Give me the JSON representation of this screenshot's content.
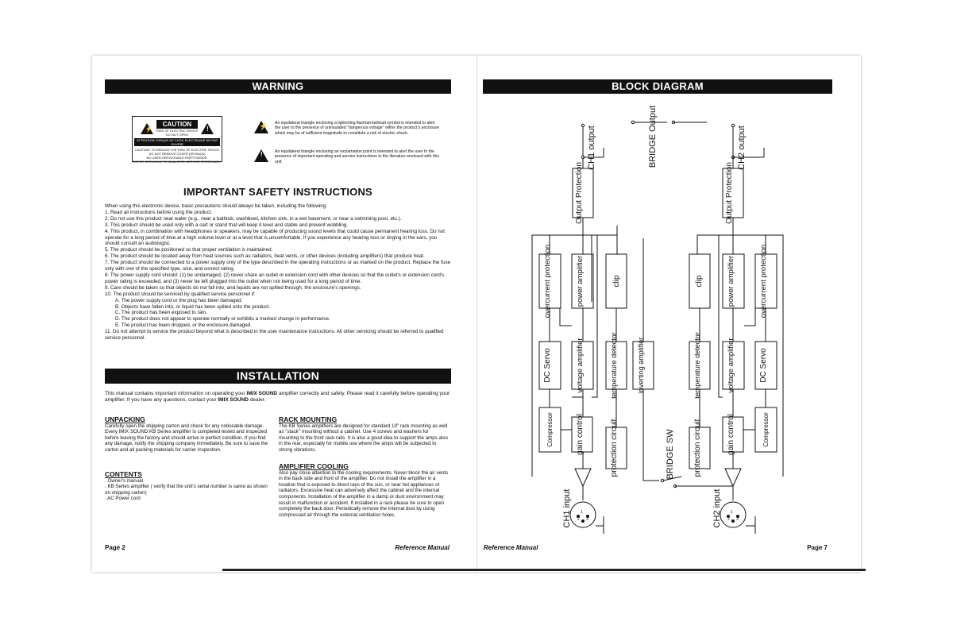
{
  "left_page": {
    "warning_title": "WARNING",
    "caution_label": {
      "caution": "CAUTION",
      "line1": "RISK OF ELECTRIC SHOCK",
      "line2": "DO NOT OPEN",
      "line3": "ATTENTION: RISQUE DE CHOC ELECTRIQUE NE PAS OUVRIR",
      "line4": "CAUTION: TO REDUCE THE RISK OF ELECTRIC SHOCK",
      "line5": "DO NOT REMOVE COVER (OR BACK)",
      "line6": "NO USER-SERVICEABLE PARTS INSIDE.",
      "line7": "REFER SERVICING TO QUALIFIED SERVICE PERSONNEL."
    },
    "symbol_lightning": "An equilateral triangle enclosing a lightening flash/arrowhead symbol is intended to alert the user to the presence of uninsulated \"dangerous voltage\" within the product's enclosure which may be of sufficient magnitude to constitute a risk of electric shock.",
    "symbol_exclaim": "An equilateral triangle enclosing an exclamation point is intended to alert the user to the presence of important operating and service instructions in the literature enclosed with this unit.",
    "safety_title": "IMPORTANT SAFETY INSTRUCTIONS",
    "safety_intro": "When using this electronic device, basic precautions should always be taken, including the following:",
    "safety_items": [
      "1. Read all instructions before using the product.",
      "2. Do not use this product near water (e.g., near a bathtub, washbowl, kitchen sink, in a wet basement, or near a swimming pool, etc.).",
      "3. This product should be used only with a cart or stand that will keep it level and stable and prevent wobbling.",
      "4. This product, in combination with headphones or speakers, may be capable of producing sound levels that could cause permanent hearing loss. Do not operate for a long period of time at a high volume level or at a level that is uncomfortable. If you experience any hearing loss or ringing in the ears, you should consult an audiologist.",
      "5. The product should be positioned so that proper ventilation is maintained.",
      "6. The product should be located away from heat sources such as radiators, heat vents, or other devices (including amplifiers) that produce heat.",
      "7. The product should be connected to a power supply only of the type described in the operating instructions or as marked on the product. Replace the fuse only with one of the specified type, size, and correct rating.",
      "8. The power supply cord should: (1) be undamaged, (2) never share an outlet or extension cord with other devices so that the outlet's or extension cord's power rating is exceeded, and (3) never be left plugged into the outlet when not being used for a long period of time.",
      "9. Care should be taken so that objects do not fall into, and liquids are not spilled through, the enclosure's openings.",
      "10. The product should be serviced by qualified service personnel if:"
    ],
    "safety_subitems": [
      "A. The power supply cord or the plug has been damaged.",
      "B. Objects have fallen into, or liquid has been spilled onto the product.",
      "C. The product has been exposed to rain.",
      "D. The product does not appear to operate normally or exhibits a marked change in performance.",
      "E. The product has been dropped, or the enclosure damaged."
    ],
    "safety_item11": "11. Do not attempt to service the product beyond what is described in the user maintenance instructions. All other servicing should be referred to qualified service personnel.",
    "installation_title": "INSTALLATION",
    "installation_intro_a": "This manual contains important information on operating your ",
    "installation_brand": "IMIX SOUND",
    "installation_intro_b": " amplifier correctly and safety. Please read it carefully before operating your amplifier. If you have any questions, contact your ",
    "installation_brand2": "IMIX SOUND",
    "installation_intro_c": " dealer.",
    "unpacking_title": "UNPACKING",
    "unpacking_text": "Carefully open the shipping carton and check for any noticeable damage. Every IMIX SOUND KB Series amplifier is completed tested and inspected before leaving the factory and should arrive in perfect condition. If you find any damage, notify the shipping company immediately. Be sure to save the carton and all packing materials for carrier inspection.",
    "contents_title": "CONTENTS",
    "contents_items": [
      ". Owner's manual",
      ". KB Series amplifier ( verify that the unit's serial number is same as shown on shipping carton)",
      ". AC Power cord"
    ],
    "rack_title": "RACK MOUNTING",
    "rack_text": "The KB Series amplifiers are designed for standard 19\" rack mounting as well as \"stack\" mounting without a cabinet. Use 4 screws and washers for mounting to the front rack rails. It is also a good idea to support the amps also in the rear, especially for mobile use where the amps will be subjected to strong vibrations.",
    "cooling_title": "AMPLIFIER COOLING",
    "cooling_text": "Also pay close attention to the cooling requirements. Never block the air vents in the back side and front of the amplifier. Do not install the amplifier in a location that is exposed to direct rays of the sun, or near hot appliances or radiators. Excessive heat can adversely affect the cabinet and the internal components. Installation of the amplifier in a damp or dust environment may result in malfunction or accident. If installed in a rack please be sure to open completely the back door. Periodically remove the internal dust by using compressed air through the external ventilation holes.",
    "page_label": "Page 2",
    "manual_label": "Reference Manual"
  },
  "right_page": {
    "title": "BLOCK DIAGRAM",
    "manual_label": "Reference Manual",
    "page_label": "Page 7",
    "labels": {
      "bridge_output": "BRIDGE Output",
      "ch1_output": "CH1 output",
      "ch2_output": "CH2 output",
      "output_protection": "Output Protection",
      "overcurrent_protection": "overcurrent protection",
      "power_amplifier": "power amplifier",
      "clip": "clip",
      "dc_servo": "DC Servo",
      "voltage_amplifier": "voltage amplifier",
      "temperature_detector": "temperature detector",
      "inverting_amplifier": "inverting amplifier",
      "compressor": "Compressor",
      "gain_control": "gain control",
      "protection_circuit": "protection circuit",
      "bridge_sw": "BRIDGE SW",
      "ch1_input": "CH1 input",
      "ch2_input": "CH2 input",
      "pin1": "1",
      "pin2": "2",
      "pin3": "3"
    }
  }
}
